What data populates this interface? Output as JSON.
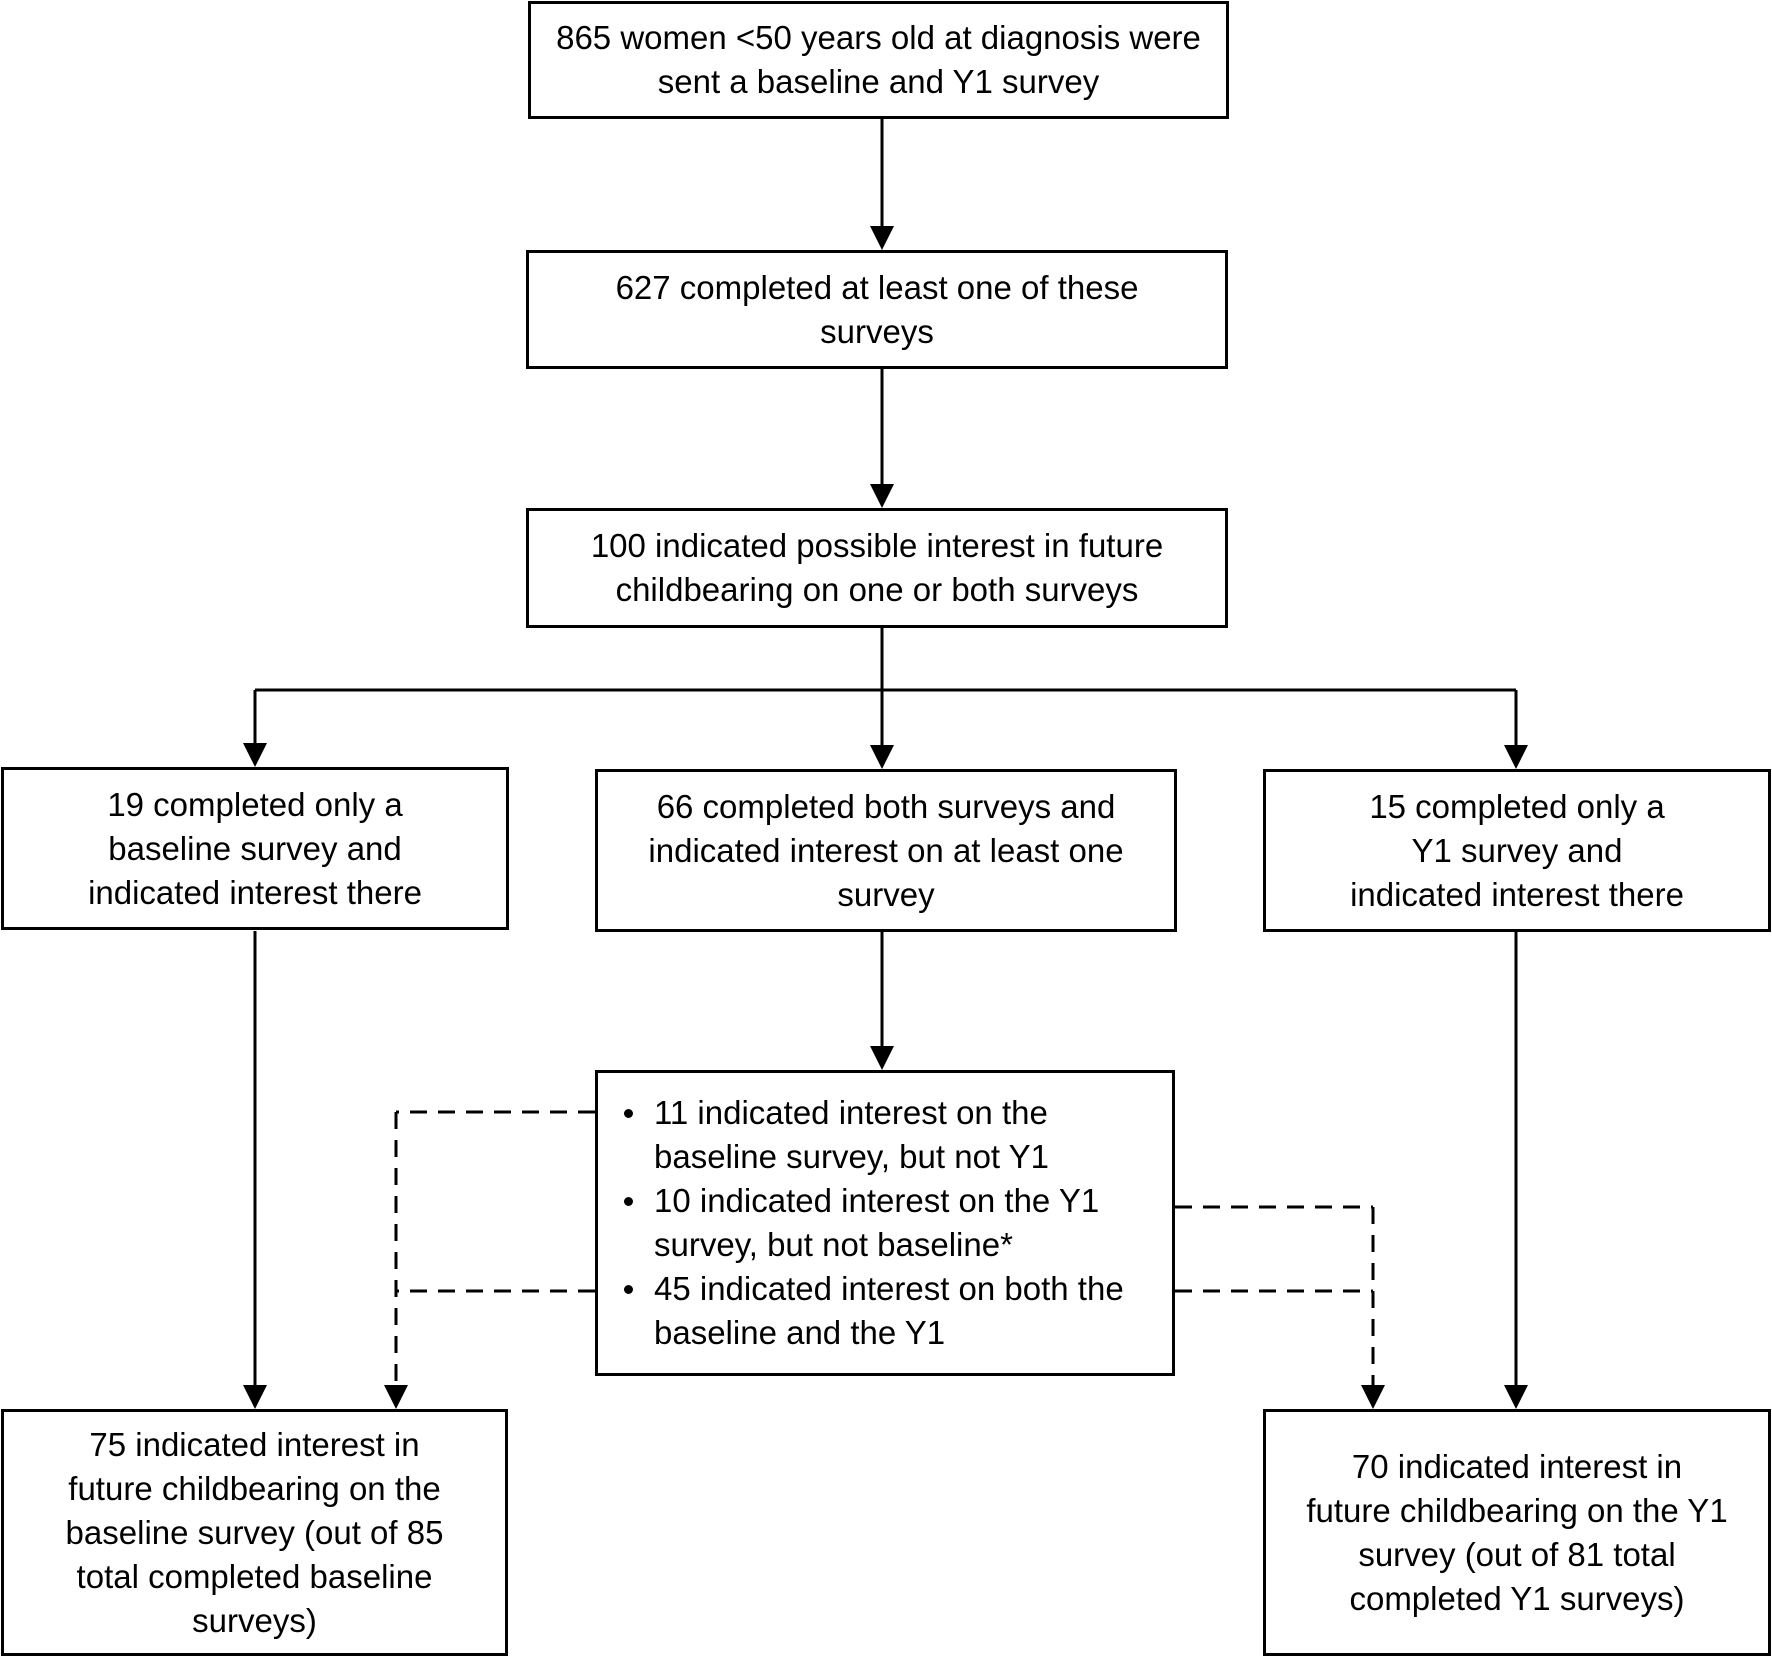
{
  "diagram": {
    "boxes": {
      "sent": "865 women <50 years old at diagnosis were sent a baseline and Y1 survey",
      "completed": "627 completed at least one of these surveys",
      "interest": "100 indicated possible interest in future childbearing on one or both surveys",
      "baseline_only": "19 completed only a baseline survey and indicated interest there",
      "both": "66 completed both surveys and indicated interest on at least one survey",
      "y1_only": "15 completed only a Y1 survey and indicated interest there",
      "baseline_total": "75 indicated interest in future childbearing on the baseline survey (out of 85 total completed baseline surveys)",
      "y1_total": "70 indicated interest in future childbearing on the Y1 survey (out of 81 total completed Y1 surveys)"
    },
    "breakdown": [
      "11 indicated interest on the baseline survey, but not Y1",
      "10 indicated interest on the Y1 survey, but not baseline*",
      "45 indicated interest on both the baseline and the Y1"
    ]
  }
}
